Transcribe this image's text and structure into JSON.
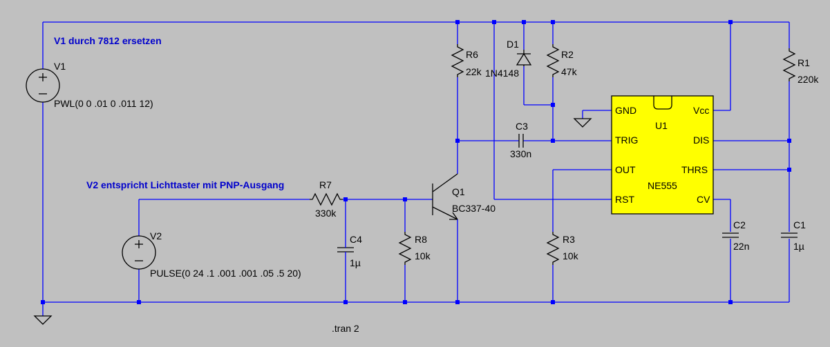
{
  "colors": {
    "background": "#c0c0c0",
    "wire": "#0000ff",
    "symbol": "#000000",
    "comment": "#0000cc",
    "ic_fill": "#ffff00"
  },
  "comments": {
    "v1_note": "V1 durch 7812 ersetzen",
    "v2_note": "V2 entspricht Lichttaster mit PNP-Ausgang"
  },
  "directive": ".tran 2",
  "components": {
    "V1": {
      "name": "V1",
      "value": "PWL(0 0 .01 0 .011 12)"
    },
    "V2": {
      "name": "V2",
      "value": "PULSE(0 24 .1 .001 .001 .05 .5 20)"
    },
    "R1": {
      "name": "R1",
      "value": "220k"
    },
    "R2": {
      "name": "R2",
      "value": "47k"
    },
    "R3": {
      "name": "R3",
      "value": "10k"
    },
    "R6": {
      "name": "R6",
      "value": "22k"
    },
    "R7": {
      "name": "R7",
      "value": "330k"
    },
    "R8": {
      "name": "R8",
      "value": "10k"
    },
    "C1": {
      "name": "C1",
      "value": "1µ"
    },
    "C2": {
      "name": "C2",
      "value": "22n"
    },
    "C3": {
      "name": "C3",
      "value": "330n"
    },
    "C4": {
      "name": "C4",
      "value": "1µ"
    },
    "D1": {
      "name": "D1",
      "value": "1N4148"
    },
    "Q1": {
      "name": "Q1",
      "value": "BC337-40"
    },
    "U1": {
      "name": "U1",
      "value": "NE555",
      "pins": {
        "gnd": "GND",
        "vcc": "Vcc",
        "trig": "TRIG",
        "dis": "DIS",
        "out": "OUT",
        "thrs": "THRS",
        "rst": "RST",
        "cv": "CV"
      }
    }
  }
}
